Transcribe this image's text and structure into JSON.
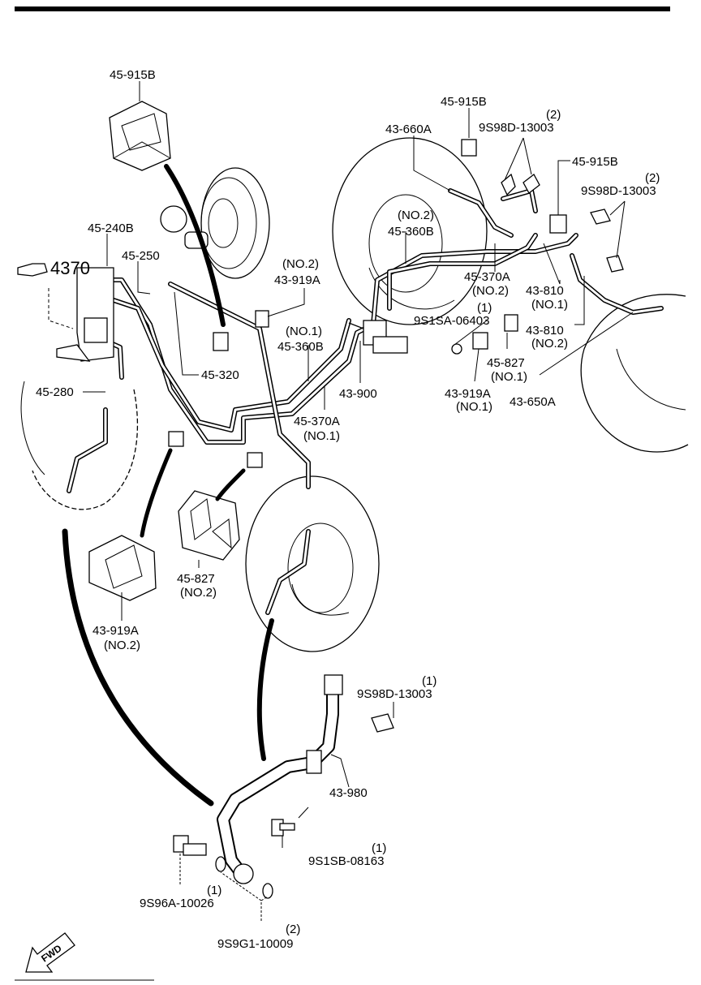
{
  "callouts": [
    {
      "id": "c0",
      "text": "45-915B"
    },
    {
      "id": "c1",
      "text": "45-915B"
    },
    {
      "id": "c2",
      "text": "(2)"
    },
    {
      "id": "c3",
      "text": "9S98D-13003"
    },
    {
      "id": "c4",
      "text": "43-660A"
    },
    {
      "id": "c5",
      "text": "45-915B"
    },
    {
      "id": "c6",
      "text": "(2)"
    },
    {
      "id": "c7",
      "text": "9S98D-13003"
    },
    {
      "id": "c8",
      "text": "(NO.2)"
    },
    {
      "id": "c9",
      "text": "45-360B"
    },
    {
      "id": "c10",
      "text": "45-240B"
    },
    {
      "id": "c11",
      "text": "45-250"
    },
    {
      "id": "c12",
      "text": "4370"
    },
    {
      "id": "c13",
      "text": "(NO.2)"
    },
    {
      "id": "c14",
      "text": "43-919A"
    },
    {
      "id": "c15",
      "text": "45-370A"
    },
    {
      "id": "c16",
      "text": "(NO.2)"
    },
    {
      "id": "c17",
      "text": "43-810"
    },
    {
      "id": "c18",
      "text": "(NO.1)"
    },
    {
      "id": "c19",
      "text": "(1)"
    },
    {
      "id": "c20",
      "text": "9S1SA-06403"
    },
    {
      "id": "c21",
      "text": "(NO.1)"
    },
    {
      "id": "c22",
      "text": "45-360B"
    },
    {
      "id": "c23",
      "text": "43-810"
    },
    {
      "id": "c24",
      "text": "(NO.2)"
    },
    {
      "id": "c25",
      "text": "45-827"
    },
    {
      "id": "c26",
      "text": "(NO.1)"
    },
    {
      "id": "c27",
      "text": "45-320"
    },
    {
      "id": "c28",
      "text": "45-280"
    },
    {
      "id": "c29",
      "text": "43-900"
    },
    {
      "id": "c30",
      "text": "43-919A"
    },
    {
      "id": "c31",
      "text": "(NO.1)"
    },
    {
      "id": "c32",
      "text": "43-650A"
    },
    {
      "id": "c33",
      "text": "45-370A"
    },
    {
      "id": "c34",
      "text": "(NO.1)"
    },
    {
      "id": "c35",
      "text": "45-827"
    },
    {
      "id": "c36",
      "text": "(NO.2)"
    },
    {
      "id": "c37",
      "text": "43-919A"
    },
    {
      "id": "c38",
      "text": "(NO.2)"
    },
    {
      "id": "c39",
      "text": "(1)"
    },
    {
      "id": "c40",
      "text": "9S98D-13003"
    },
    {
      "id": "c41",
      "text": "43-980"
    },
    {
      "id": "c42",
      "text": "(1)"
    },
    {
      "id": "c43",
      "text": "9S1SB-08163"
    },
    {
      "id": "c44",
      "text": "(1)"
    },
    {
      "id": "c45",
      "text": "9S96A-10026"
    },
    {
      "id": "c46",
      "text": "(2)"
    },
    {
      "id": "c47",
      "text": "9S9G1-10009"
    }
  ],
  "fwd_label": "FWD"
}
